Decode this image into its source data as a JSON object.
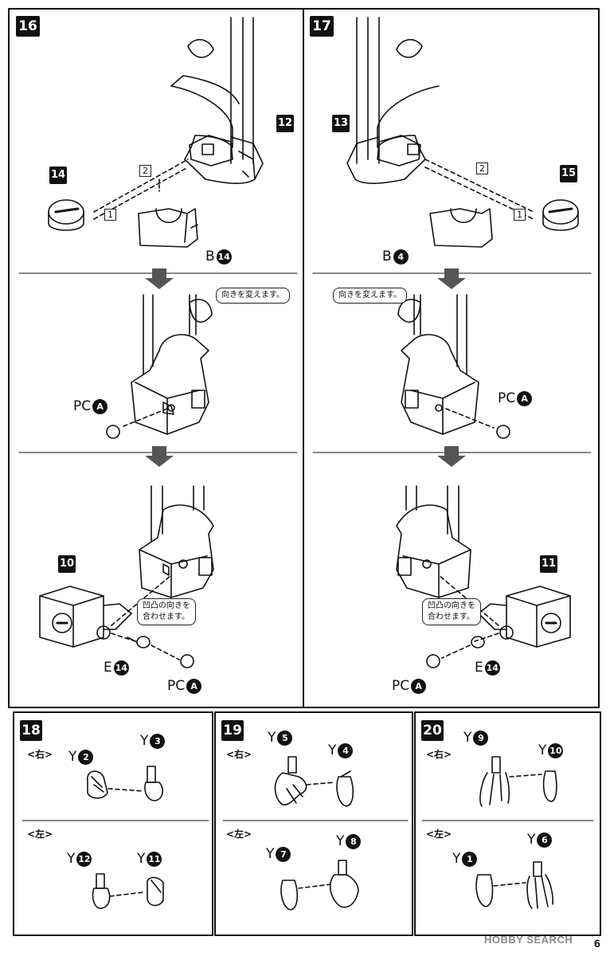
{
  "steps": {
    "s16": {
      "number": "16",
      "part_main": "12",
      "part_cap": "14",
      "order_1": "1",
      "order_2": "2",
      "label_b": "B",
      "label_b_num": "14",
      "bubble_turn": "向きを変えます。",
      "label_pc1": "PC",
      "label_pc1_letter": "A",
      "part_block": "10",
      "bubble_align": "凹凸の向きを\n合わせます。",
      "label_e": "E",
      "label_e_num": "14",
      "label_pc2": "PC",
      "label_pc2_letter": "A"
    },
    "s17": {
      "number": "17",
      "part_main": "13",
      "part_cap": "15",
      "order_1": "1",
      "order_2": "2",
      "label_b": "B",
      "label_b_num": "4",
      "bubble_turn": "向きを変えます。",
      "label_pc1": "PC",
      "label_pc1_letter": "A",
      "part_block": "11",
      "bubble_align": "凹凸の向きを\n合わせます。",
      "label_e": "E",
      "label_e_num": "14",
      "label_pc2": "PC",
      "label_pc2_letter": "A"
    },
    "s18": {
      "number": "18",
      "right": "<右>",
      "left": "<左>",
      "r_a": "Y",
      "r_a_num": "2",
      "r_b": "Y",
      "r_b_num": "3",
      "l_a": "Y",
      "l_a_num": "12",
      "l_b": "Y",
      "l_b_num": "11"
    },
    "s19": {
      "number": "19",
      "right": "<右>",
      "left": "<左>",
      "r_a": "Y",
      "r_a_num": "5",
      "r_b": "Y",
      "r_b_num": "4",
      "l_a": "Y",
      "l_a_num": "7",
      "l_b": "Y",
      "l_b_num": "8"
    },
    "s20": {
      "number": "20",
      "right": "<右>",
      "left": "<左>",
      "r_a": "Y",
      "r_a_num": "9",
      "r_b": "Y",
      "r_b_num": "10",
      "l_a": "Y",
      "l_a_num": "1",
      "l_b": "Y",
      "l_b_num": "6"
    }
  },
  "footer": {
    "logo": "HOBBY SEARCH",
    "page": "6"
  }
}
